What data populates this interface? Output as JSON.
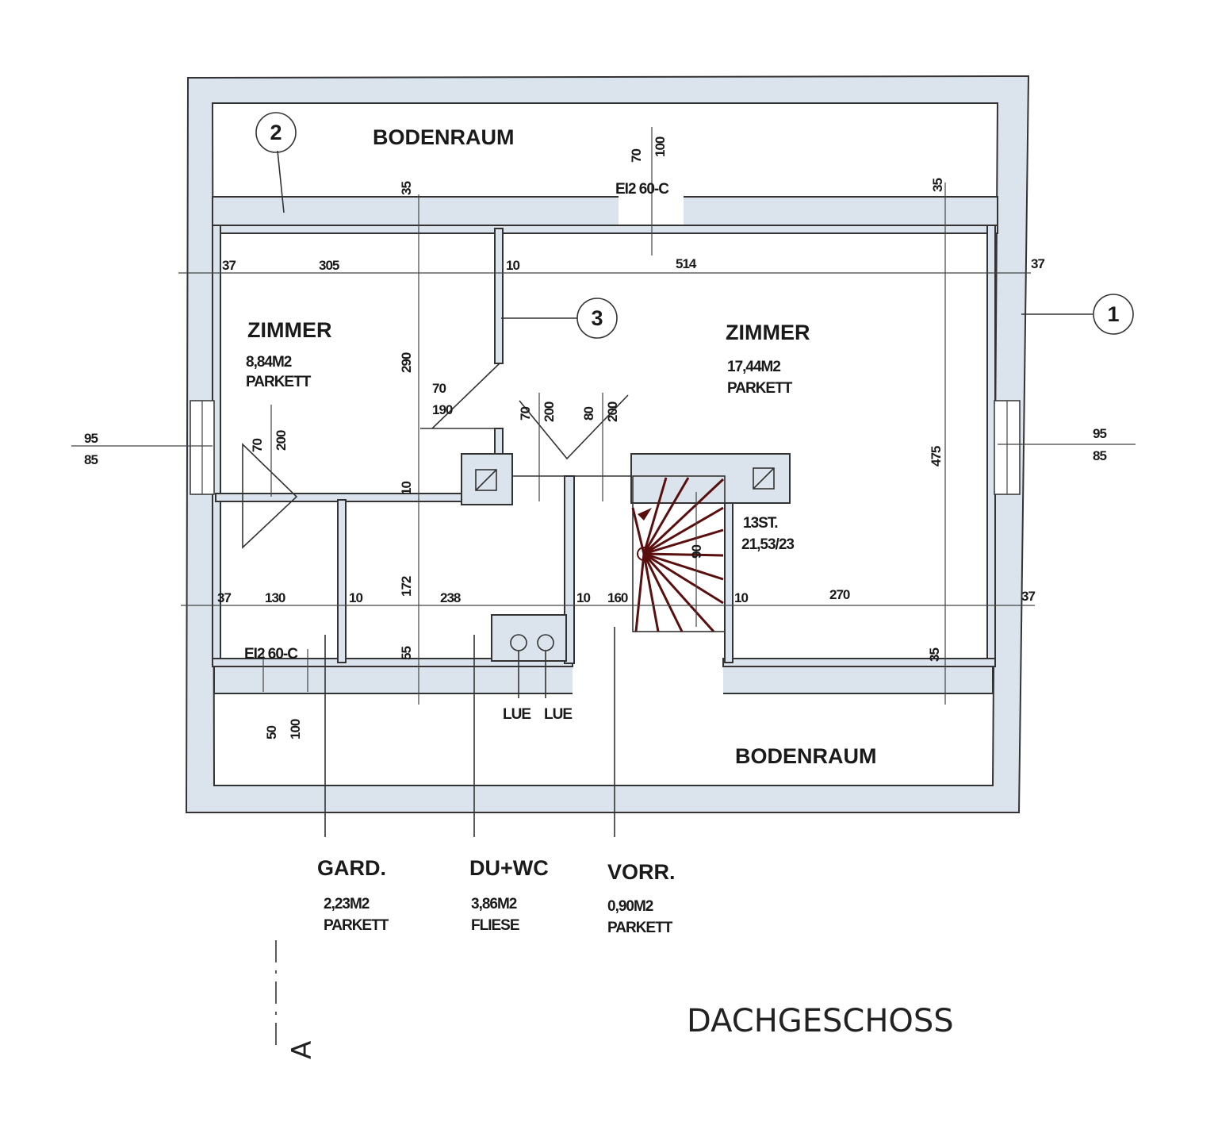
{
  "plan": {
    "title": "DACHGESCHOSS",
    "section_marker": "A",
    "markers": [
      "1",
      "2",
      "3"
    ],
    "fire_door_top": "EI2 60-C",
    "fire_door_bottom": "EI2 60-C",
    "rooms": {
      "attic_top": {
        "name": "BODENRAUM"
      },
      "attic_bottom": {
        "name": "BODENRAUM"
      },
      "room_left": {
        "name": "ZIMMER",
        "area": "8,84M2",
        "floor": "PARKETT"
      },
      "room_right": {
        "name": "ZIMMER",
        "area": "17,44M2",
        "floor": "PARKETT"
      },
      "wardrobe": {
        "name": "GARD.",
        "area": "2,23M2",
        "floor": "PARKETT"
      },
      "shower_wc": {
        "name": "DU+WC",
        "area": "3,86M2",
        "floor": "FLIESE"
      },
      "hall": {
        "name": "VORR.",
        "area": "0,90M2",
        "floor": "PARKETT"
      }
    },
    "stairs": {
      "steps": "13ST.",
      "rise_run": "21,53/23"
    },
    "vents": [
      "LUE",
      "LUE"
    ],
    "dimensions": {
      "top_row": [
        "37",
        "305",
        "10",
        "514",
        "37"
      ],
      "bottom_row": [
        "37",
        "130",
        "10",
        "238",
        "10",
        "160",
        "10",
        "270",
        "37"
      ],
      "vertical_left": [
        "35",
        "290",
        "10",
        "172",
        "55"
      ],
      "vertical_right": [
        "35",
        "475",
        "35"
      ],
      "window_left": [
        "95",
        "85"
      ],
      "window_right": [
        "95",
        "85"
      ],
      "door_top": [
        "70",
        "100"
      ],
      "door_closet": [
        "70",
        "190"
      ],
      "door_left_room": [
        "70",
        "200"
      ],
      "door_bath": [
        "70",
        "200"
      ],
      "door_right_room": [
        "80",
        "200"
      ],
      "door_bottom": [
        "50",
        "100"
      ],
      "stair_width": "90"
    }
  }
}
